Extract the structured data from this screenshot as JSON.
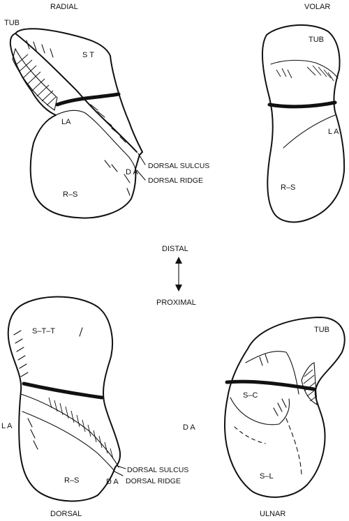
{
  "views": {
    "radial": {
      "title": "RADIAL",
      "tub": "TUB",
      "st": "S T",
      "la": "LA",
      "da": "D A",
      "rs": "R–S",
      "dorsal_sulcus": "DORSAL SULCUS",
      "dorsal_ridge": "DORSAL RIDGE"
    },
    "volar": {
      "title": "VOLAR",
      "tub": "TUB",
      "la": "L A",
      "rs": "R–S"
    },
    "dorsal": {
      "title": "DORSAL",
      "stt": "S–T–T",
      "la": "L A",
      "rs": "R–S",
      "da": "D A",
      "dorsal_sulcus": "DORSAL SULCUS",
      "dorsal_ridge": "DORSAL RIDGE"
    },
    "ulnar": {
      "title": "ULNAR",
      "tub": "TUB",
      "sc": "S–C",
      "da": "D A",
      "sl": "S–L"
    }
  },
  "orientation": {
    "distal": "DISTAL",
    "proximal": "PROXIMAL"
  }
}
